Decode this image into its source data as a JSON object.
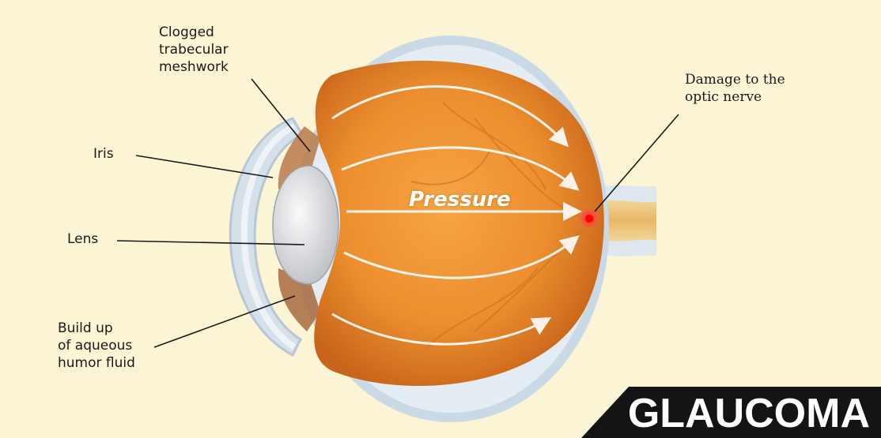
{
  "title": "GLAUCOMA",
  "labels": {
    "meshwork": "Clogged\ntrabecular\nmeshwork",
    "iris": "Iris",
    "lens": "Lens",
    "fluid": "Build up\nof aqueous\nhumor fluid",
    "nerve": "Damage to the\noptic nerve",
    "pressure": "Pressure"
  },
  "colors": {
    "background": "#fbf5d6",
    "eyeball": "#e98a2b",
    "sclera": "#c9d9e6",
    "lens": "#e7e7ea",
    "damage": "#ff1a1a",
    "banner": "#141414"
  }
}
